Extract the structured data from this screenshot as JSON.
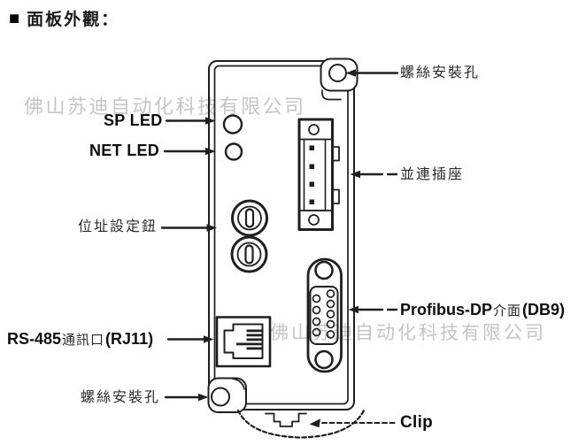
{
  "title": {
    "bullet": "■",
    "text": "面板外觀："
  },
  "watermark": {
    "text": "佛山苏迪自动化科技有限公司"
  },
  "labels": {
    "screw_top": "螺絲安裝孔",
    "sp_led": "SP LED",
    "net_led": "NET LED",
    "address_knob": "位址設定鈕",
    "parallel_socket": "並連插座",
    "profibus_bold": "Profibus-DP",
    "profibus_mid": "介面",
    "profibus_tail": "(DB9)",
    "rs485_bold": "RS-485",
    "rs485_mid": "通訊口",
    "rs485_tail": "(RJ11)",
    "screw_bottom": "螺絲安裝孔",
    "clip": "Clip"
  },
  "colors": {
    "line": "#1f1f1f",
    "label": "#0e0e0e",
    "watermark": "#c5c5c5",
    "background": "#ffffff"
  }
}
